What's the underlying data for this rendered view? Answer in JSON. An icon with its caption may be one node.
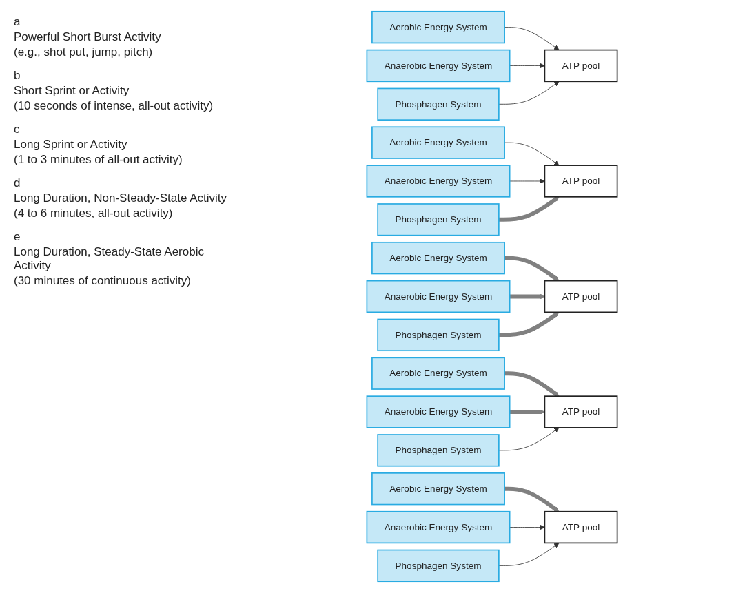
{
  "diagram": {
    "nodes": [
      {
        "text": [
          "Aerobic Energy System"
        ]
      },
      {
        "text": [
          "Anaerobic Energy System"
        ]
      },
      {
        "text": [
          "Phosphagen System"
        ]
      },
      {
        "text": [
          "ATP pool"
        ]
      },
      {
        "text": [
          "Aerobic Energy System"
        ]
      },
      {
        "text": [
          "Anaerobic Energy System"
        ]
      },
      {
        "text": [
          "Phosphagen System"
        ]
      },
      {
        "text": [
          "ATP pool"
        ]
      },
      {
        "text": [
          "Aerobic Energy System"
        ]
      },
      {
        "text": [
          "Anaerobic Energy System"
        ]
      },
      {
        "text": [
          "Phosphagen System"
        ]
      },
      {
        "text": [
          "ATP pool"
        ]
      },
      {
        "text": [
          "Aerobic Energy System"
        ]
      },
      {
        "text": [
          "Anaerobic Energy System"
        ]
      },
      {
        "text": [
          "Phosphagen System"
        ]
      },
      {
        "text": [
          "ATP pool"
        ]
      },
      {
        "text": [
          "Aerobic Energy System"
        ]
      },
      {
        "text": [
          "Anaerobic Energy System"
        ]
      },
      {
        "text": [
          "Phosphagen System"
        ]
      },
      {
        "text": [
          "ATP pool"
        ]
      }
    ],
    "edges": [
      {
        "from": 0,
        "to": 3,
        "arrow": "to"
      },
      {
        "from": 1,
        "to": 3,
        "arrow": "to"
      },
      {
        "from": 2,
        "to": 3,
        "arrow": "to"
      },
      {
        "from": 4,
        "to": 7,
        "arrow": "to"
      },
      {
        "from": 5,
        "to": 7,
        "arrow": "to"
      },
      {
        "from": 6,
        "to": 7,
        "arrow": "to",
        "style": "thick",
        "color": "#808080"
      },
      {
        "from": 8,
        "to": 11,
        "arrow": "to",
        "style": "thick",
        "color": "#808080"
      },
      {
        "from": 9,
        "to": 11,
        "arrow": "to",
        "style": "thick",
        "color": "#808080"
      },
      {
        "from": 10,
        "to": 11,
        "arrow": "to",
        "style": "thick",
        "color": "#808080"
      },
      {
        "from": 12,
        "to": 15,
        "arrow": "to",
        "style": "thick",
        "color": "#808080"
      },
      {
        "from": 13,
        "to": 15,
        "arrow": "to",
        "style": "thick",
        "color": "#808080"
      },
      {
        "from": 14,
        "to": 15,
        "arrow": "to"
      },
      {
        "from": 16,
        "to": 19,
        "arrow": "to",
        "style": "thick",
        "color": "#808080"
      },
      {
        "from": 17,
        "to": 19,
        "arrow": "to"
      },
      {
        "from": 18,
        "to": 19,
        "arrow": "to"
      }
    ],
    "labels": [
      "a",
      "Powerful Short Burst Activity",
      "(e.g., shot put, jump, pitch)",
      "b",
      "Short Sprint or Activity",
      "(10 seconds of intense, all-out activity)",
      "c",
      "Long Sprint or Activity",
      "(1 to 3 minutes of all-out activity)",
      "d",
      "Long Duration, Non-Steady-State Activity",
      "(4 to 6 minutes, all-out activity)",
      "e",
      "Long Duration, Steady-State Aerobic Activity",
      "(30 minutes of continuous activity)"
    ]
  }
}
